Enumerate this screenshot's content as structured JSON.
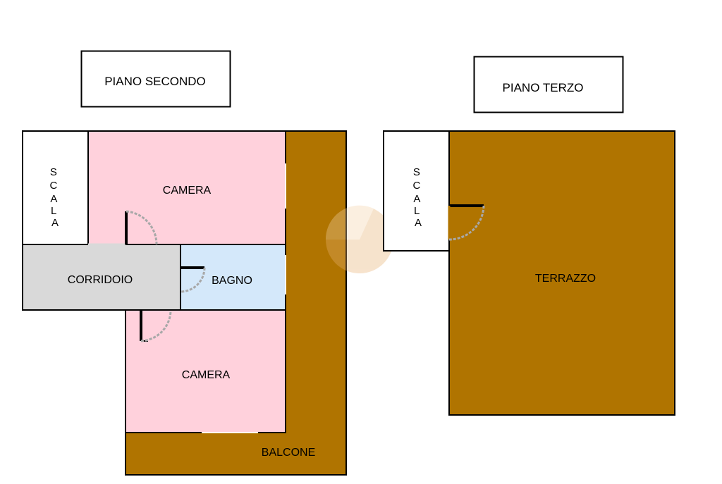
{
  "floors": {
    "second": {
      "title": "PIANO SECONDO",
      "rooms": {
        "stair_label": "S C A L A",
        "camera_top": "CAMERA",
        "corridor": "CORRIDOIO",
        "bathroom": "BAGNO",
        "camera_bottom": "CAMERA",
        "balcony": "BALCONE"
      }
    },
    "third": {
      "title": "PIANO TERZO",
      "rooms": {
        "stair_label": "S C A L A",
        "terrace": "TERRAZZO"
      }
    }
  },
  "colors": {
    "camera": "#FFD1DC",
    "corridor": "#D9D9D9",
    "bathroom": "#D4E8FA",
    "balcony": "#B07400",
    "stair": "#FFFFFF",
    "wall": "#000000",
    "door_arc": "#A8A8A8"
  }
}
